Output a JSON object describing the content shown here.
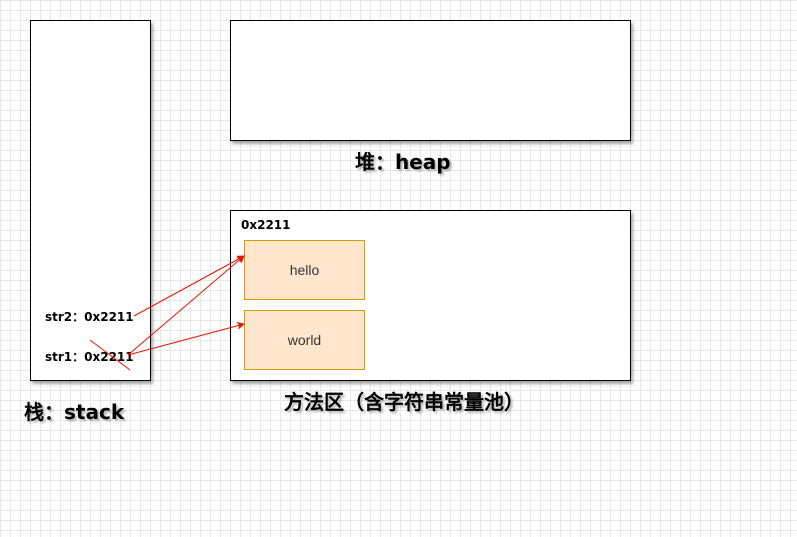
{
  "stack": {
    "label": "栈：stack",
    "str2": "str2：0x2211",
    "str1": "str1：0x2211"
  },
  "heap": {
    "label": "堆：heap"
  },
  "method_area": {
    "label": "方法区（含字符串常量池）",
    "address": "0x2211",
    "hello": "hello",
    "world": "world"
  },
  "colors": {
    "arrow": "#e51400",
    "string_fill": "#ffe6cc",
    "string_border": "#d79b00"
  }
}
